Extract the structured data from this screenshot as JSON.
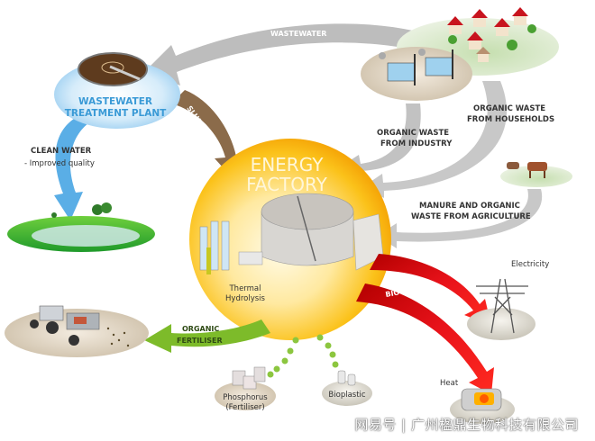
{
  "title": {
    "line1": "ENERGY",
    "line2": "FACTORY"
  },
  "nodes": {
    "wwtp": {
      "line1": "WASTEWATER",
      "line2": "TREATMENT PLANT"
    },
    "clean_water": {
      "line1": "CLEAN WATER",
      "line2": "- Improved quality"
    },
    "industry": {
      "line1": "ORGANIC WASTE",
      "line2": "FROM INDUSTRY"
    },
    "households": {
      "line1": "ORGANIC WASTE",
      "line2": "FROM HOUSEHOLDS"
    },
    "agriculture": {
      "line1": "MANURE AND ORGANIC",
      "line2": "WASTE FROM AGRICULTURE"
    },
    "thermal": {
      "line1": "Thermal",
      "line2": "Hydrolysis"
    },
    "electricity": "Electricity",
    "heat": "Heat",
    "phosphorus": {
      "line1": "Phosphorus",
      "line2": "(Fertiliser)"
    },
    "bioplastic": "Bioplastic",
    "fertiliser": {
      "line1": "ORGANIC",
      "line2": "FERTILISER"
    }
  },
  "arrows": {
    "wastewater": "WASTEWATER",
    "sludge": "SLUDGE",
    "biogas": "BIOGAS"
  },
  "watermark": "网易号 | 广州楹鼎生物科技有限公司",
  "colors": {
    "energy_center": "#f7a800",
    "grey_arrow": "#bdbdbd",
    "sludge_arrow": "#8b6b4a",
    "water_arrow": "#5aaee6",
    "biogas_arrow": "#e01010",
    "fertiliser_arrow": "#7dbb2a",
    "dots": "#8cc63f"
  }
}
